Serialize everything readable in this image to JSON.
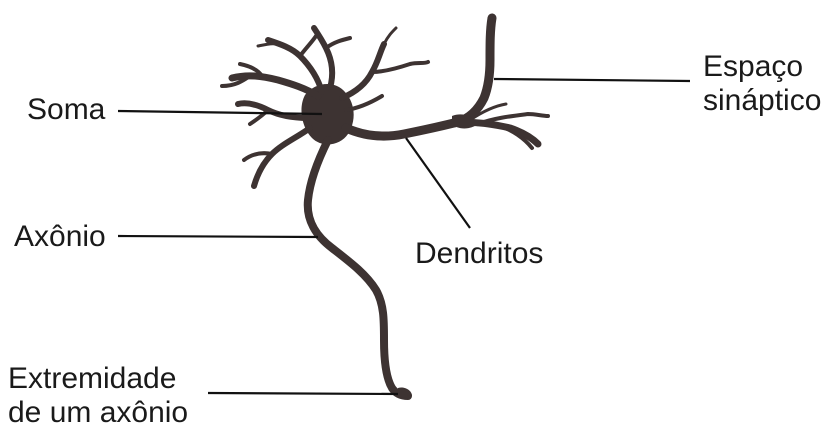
{
  "labels": {
    "soma": "Soma",
    "axonio": "Axônio",
    "extremidade": [
      "Extremidade",
      "de um axônio"
    ],
    "dendritos": "Dendritos",
    "espaco": [
      "Espaço",
      "sináptico"
    ]
  },
  "colors": {
    "neuron": "#3d3332",
    "leader_lines": "#111111",
    "text": "#1a1a1a",
    "background": "#ffffff"
  }
}
